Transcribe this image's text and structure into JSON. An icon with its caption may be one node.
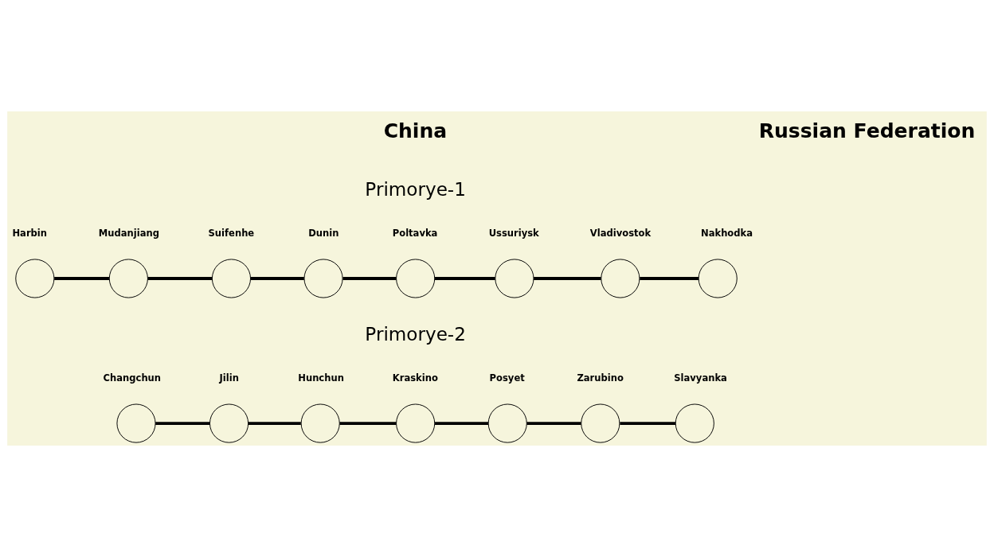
{
  "diagram": {
    "nodes": [
      {
        "text": [],
        "shape": "circle",
        "beside": [
          "Harbin"
        ]
      },
      {
        "text": [],
        "shape": "circle",
        "beside": [
          "Mudanjiang"
        ]
      },
      {
        "text": [],
        "shape": "circle",
        "beside": [
          "Suifenhe"
        ]
      },
      {
        "text": [],
        "shape": "circle",
        "beside": [
          "Dunin"
        ]
      },
      {
        "text": [],
        "shape": "circle",
        "beside": [
          "Poltavka"
        ]
      },
      {
        "text": [],
        "shape": "circle",
        "beside": [
          "Ussuriysk"
        ]
      },
      {
        "text": [],
        "shape": "circle",
        "beside": [
          "Vladivostok"
        ]
      },
      {
        "text": [],
        "shape": "circle",
        "beside": [
          "Nakhodka"
        ]
      },
      {
        "text": [],
        "shape": "circle",
        "beside": [
          "Changchun"
        ]
      },
      {
        "text": [],
        "shape": "circle",
        "beside": [
          "Jilin"
        ]
      },
      {
        "text": [],
        "shape": "circle",
        "beside": [
          "Hunchun"
        ]
      },
      {
        "text": [],
        "shape": "circle",
        "beside": [
          "Kraskino"
        ]
      },
      {
        "text": [],
        "shape": "circle",
        "beside": [
          "Posyet"
        ]
      },
      {
        "text": [],
        "shape": "circle",
        "beside": [
          "Zarubino"
        ]
      },
      {
        "text": [],
        "shape": "circle",
        "beside": [
          "Slavyanka"
        ]
      }
    ],
    "edges": [
      {
        "from": 0,
        "to": 1,
        "arrow": "none"
      },
      {
        "from": 1,
        "to": 2,
        "arrow": "none"
      },
      {
        "from": 2,
        "to": 3,
        "arrow": "none"
      },
      {
        "from": 3,
        "to": 4,
        "arrow": "none"
      },
      {
        "from": 4,
        "to": 5,
        "arrow": "none"
      },
      {
        "from": 5,
        "to": 6,
        "arrow": "none"
      },
      {
        "from": 6,
        "to": 7,
        "arrow": "none"
      },
      {
        "from": 8,
        "to": 9,
        "arrow": "none"
      },
      {
        "from": 9,
        "to": 10,
        "arrow": "none"
      },
      {
        "from": 10,
        "to": 11,
        "arrow": "none"
      },
      {
        "from": 11,
        "to": 12,
        "arrow": "none"
      },
      {
        "from": 12,
        "to": 13,
        "arrow": "none"
      },
      {
        "from": 13,
        "to": 14,
        "arrow": "none"
      }
    ],
    "labels": [
      "China",
      "Russian Federation",
      "Primorye-1",
      "Primorye-2"
    ]
  }
}
